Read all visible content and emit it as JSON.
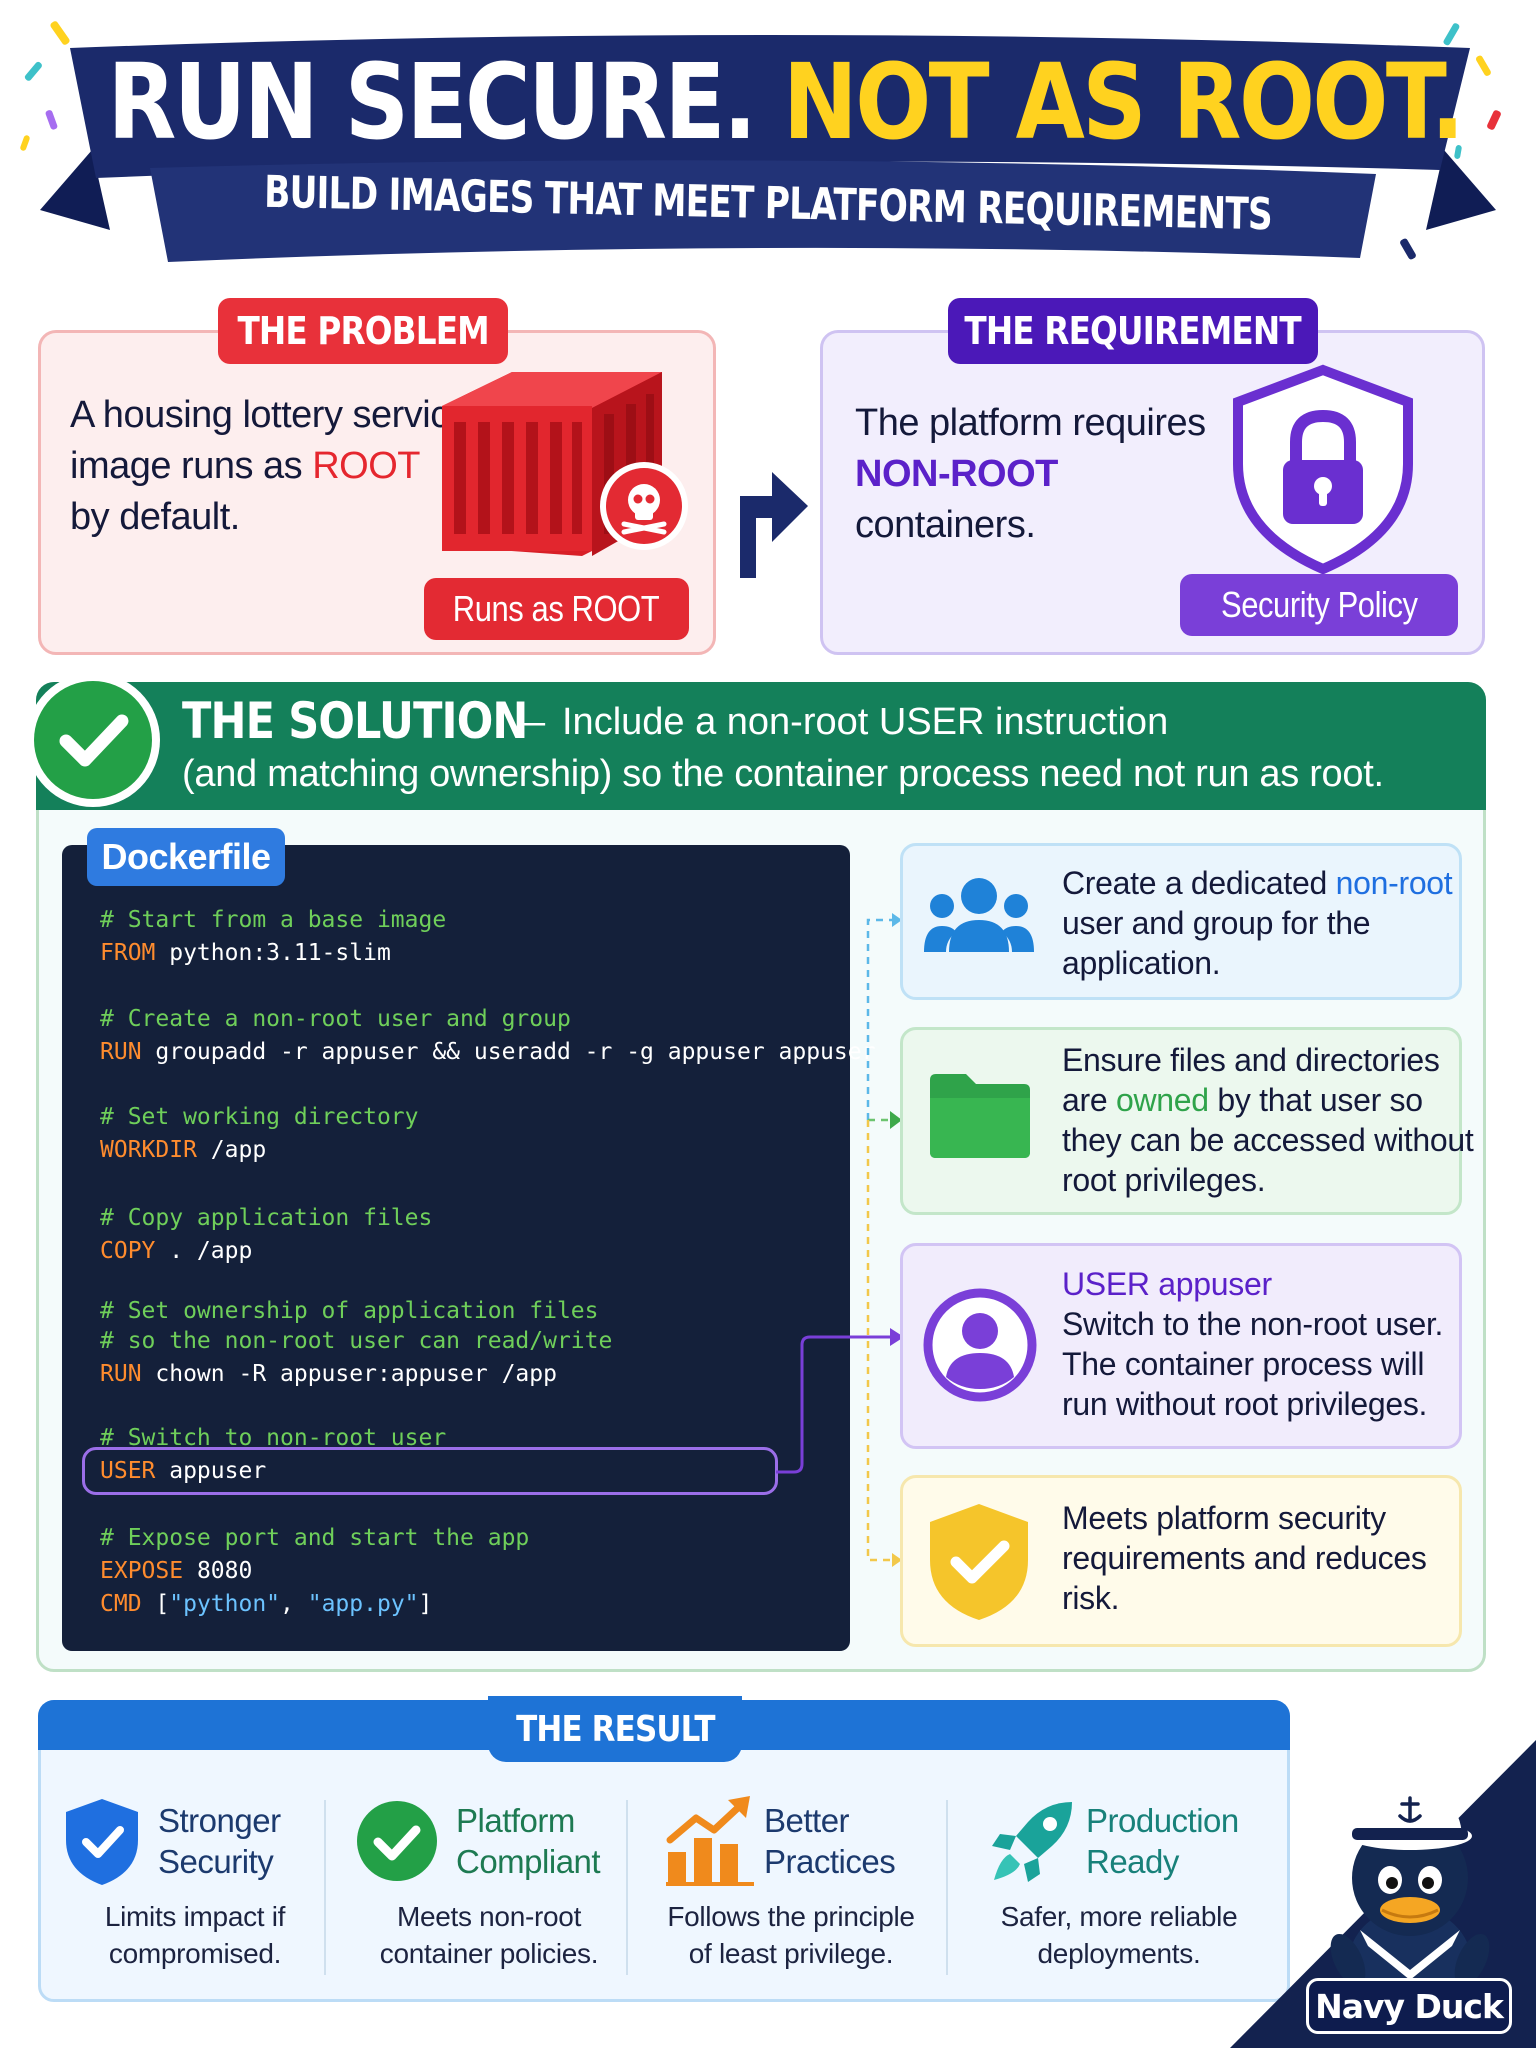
{
  "header": {
    "title_white": "RUN SECURE.",
    "title_yellow": "NOT AS ROOT.",
    "subtitle": "BUILD IMAGES THAT MEET PLATFORM REQUIREMENTS"
  },
  "problem": {
    "title": "THE PROBLEM",
    "line1": "A housing lottery service",
    "line2_prefix": "image runs as",
    "line2_highlight": "ROOT",
    "line3": "by default.",
    "badge": "Runs as ROOT"
  },
  "requirement": {
    "title": "THE REQUIREMENT",
    "line1": "The platform requires",
    "line2_highlight": "NON-ROOT",
    "line3": "containers.",
    "badge": "Security Policy"
  },
  "solution": {
    "title": "THE SOLUTION",
    "dash": "–",
    "line1": "Include a non-root USER instruction",
    "line2": "(and matching ownership) so the container process need not run as root.",
    "code_tab": "Dockerfile",
    "code": {
      "c1": "# Start from a base image",
      "k1": "FROM",
      "v1": " python:3.11-slim",
      "c2": "# Create a non-root user and group",
      "k2": "RUN",
      "v2": " groupadd -r appuser && useradd -r -g appuser appuser",
      "c3": "# Set working directory",
      "k3": "WORKDIR",
      "v3": " /app",
      "c4": "# Copy application files",
      "k4": "COPY",
      "v4": " . /app",
      "c5a": "# Set ownership of application files",
      "c5b": "# so the non-root user can read/write",
      "k5": "RUN",
      "v5": " chown -R appuser:appuser /app",
      "c6": "# Switch to non-root user",
      "k6": "USER",
      "v6": " appuser",
      "c7": "# Expose port and start the app",
      "k7": "EXPOSE",
      "v7": " 8080",
      "k8": "CMD",
      "v8a": " [",
      "s8a": "\"python\"",
      "v8b": ", ",
      "s8b": "\"app.py\"",
      "v8c": "]"
    },
    "cards": [
      {
        "icon": "users-icon",
        "pre": "Create a dedicated ",
        "highlight": "non-root",
        "l2": "user and group for the",
        "l3": "application."
      },
      {
        "icon": "folder-icon",
        "l1": "Ensure files and directories",
        "pre": "are ",
        "highlight": "owned",
        "post": " by that user so",
        "l3": "they can be accessed without",
        "l4": "root privileges."
      },
      {
        "icon": "user-circle-icon",
        "title": "USER appuser",
        "l2": "Switch to the non-root user.",
        "l3": "The container process will",
        "l4": "run without root privileges."
      },
      {
        "icon": "shield-check-icon",
        "l1": "Meets platform security",
        "l2": "requirements and reduces",
        "l3": "risk."
      }
    ]
  },
  "result": {
    "title": "THE RESULT",
    "items": [
      {
        "icon": "shield-check-icon",
        "title1": "Stronger",
        "title2": "Security",
        "desc1": "Limits impact if",
        "desc2": "compromised."
      },
      {
        "icon": "check-circle-icon",
        "title1": "Platform",
        "title2": "Compliant",
        "desc1": "Meets non-root",
        "desc2": "container policies."
      },
      {
        "icon": "growth-chart-icon",
        "title1": "Better",
        "title2": "Practices",
        "desc1": "Follows the principle",
        "desc2": "of least privilege."
      },
      {
        "icon": "rocket-icon",
        "title1": "Production",
        "title2": "Ready",
        "desc1": "Safer, more reliable",
        "desc2": "deployments."
      }
    ]
  },
  "mascot": {
    "label": "Navy Duck"
  },
  "colors": {
    "navy": "#1b2a6b",
    "yellow": "#ffd21f",
    "red": "#e8313a",
    "purple": "#4b18b8",
    "green": "#14805a",
    "blue": "#1e73d6"
  }
}
